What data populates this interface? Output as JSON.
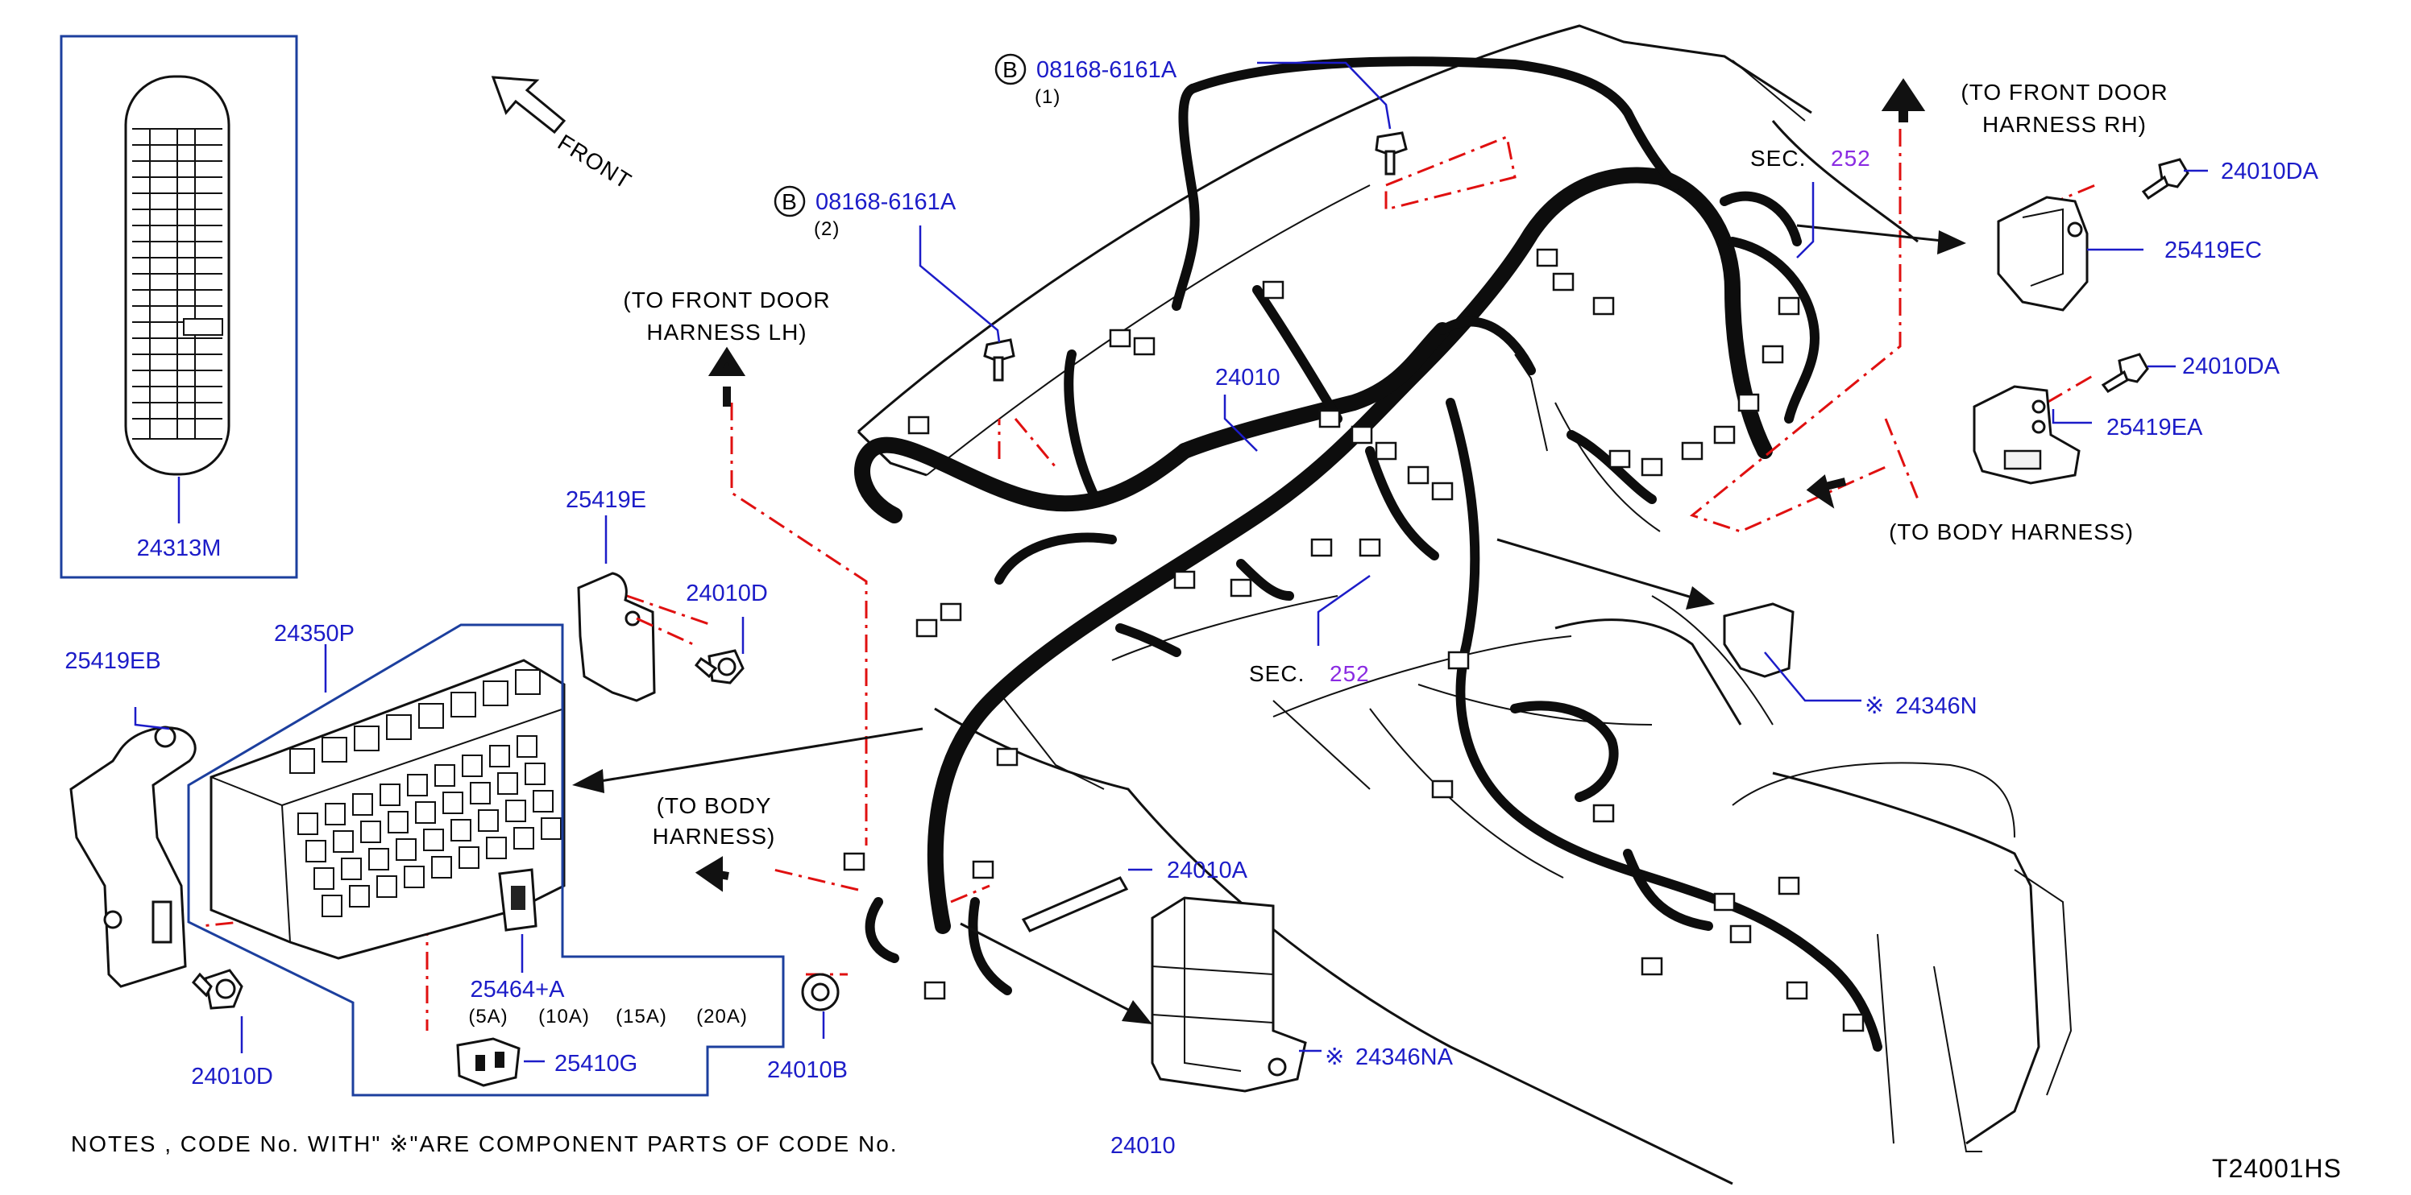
{
  "diagram_code": "T24001HS",
  "direction": {
    "front": "FRONT"
  },
  "refs": {
    "to_front_door_lh": [
      "(TO  FRONT  DOOR",
      "HARNESS  LH)"
    ],
    "to_front_door_rh": [
      "(TO  FRONT  DOOR",
      "HARNESS  RH)"
    ],
    "to_body_harness_right": "(TO  BODY  HARNESS)",
    "to_body_harness_left": [
      "(TO  BODY",
      "HARNESS)"
    ],
    "sec_label": "SEC.",
    "sec_number": "252"
  },
  "bolt_callouts": [
    {
      "badge": "B",
      "part": "08168-6161A",
      "qty": "(1)"
    },
    {
      "badge": "B",
      "part": "08168-6161A",
      "qty": "(2)"
    }
  ],
  "parts": {
    "p24313M": "24313M",
    "p24010": "24010",
    "p25419E": "25419E",
    "p24010D_top": "24010D",
    "p24350P": "24350P",
    "p25419EB": "25419EB",
    "p24010D_bottom": "24010D",
    "p25464A": "25464+A",
    "p25410G": "25410G",
    "p24010B": "24010B",
    "p24010A": "24010A",
    "p24346NA": "24346NA",
    "p24346N": "24346N",
    "p24010DA_top": "24010DA",
    "p25419EC": "25419EC",
    "p24010DA_mid": "24010DA",
    "p25419EA": "25419EA"
  },
  "component_mark": "※",
  "fuse_ratings": [
    "(5A)",
    "(10A)",
    "(15A)",
    "(20A)"
  ],
  "notes": {
    "text": "NOTES  ,  CODE  No.  WITH\"  ※\"ARE  COMPONENT  PARTS  OF  CODE  No.",
    "code": "24010"
  }
}
